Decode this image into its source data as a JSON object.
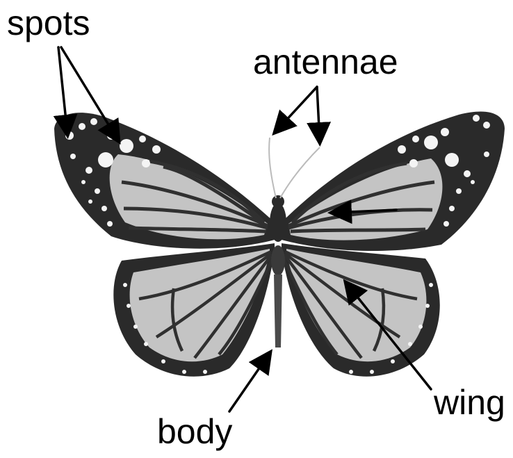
{
  "labels": {
    "spots": "spots",
    "antennae": "antennae",
    "wing": "wing",
    "body": "body"
  },
  "colors": {
    "background": "#ffffff",
    "wing_border": "#2a2a2a",
    "wing_fill": "#c4c4c4",
    "vein": "#303030",
    "spot": "#f4f4f4",
    "body": "#3a3a3a",
    "arrow": "#000000"
  }
}
